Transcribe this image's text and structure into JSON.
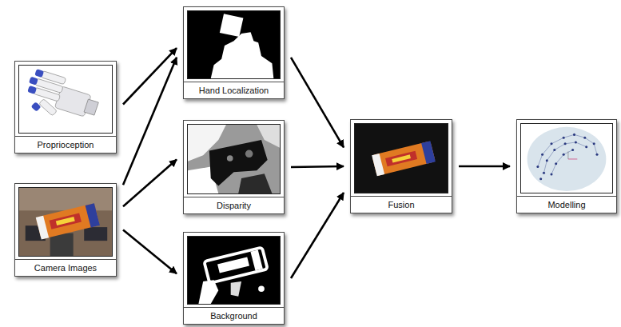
{
  "diagram": {
    "nodes": [
      {
        "text": [
          "Proprioception"
        ]
      },
      {
        "text": [
          "Camera Images"
        ]
      },
      {
        "text": [
          "Hand Localization"
        ]
      },
      {
        "text": [
          "Disparity"
        ]
      },
      {
        "text": [
          "Background"
        ]
      },
      {
        "text": [
          "Fusion"
        ]
      },
      {
        "text": [
          "Modelling"
        ]
      }
    ],
    "edges": [
      {
        "from": 0,
        "to": 2,
        "arrow": "to"
      },
      {
        "from": 1,
        "to": 2,
        "arrow": "to"
      },
      {
        "from": 1,
        "to": 3,
        "arrow": "to"
      },
      {
        "from": 1,
        "to": 4,
        "arrow": "to"
      },
      {
        "from": 2,
        "to": 5,
        "arrow": "to"
      },
      {
        "from": 3,
        "to": 5,
        "arrow": "to"
      },
      {
        "from": 4,
        "to": 5,
        "arrow": "to"
      },
      {
        "from": 5,
        "to": 6,
        "arrow": "to"
      }
    ]
  }
}
